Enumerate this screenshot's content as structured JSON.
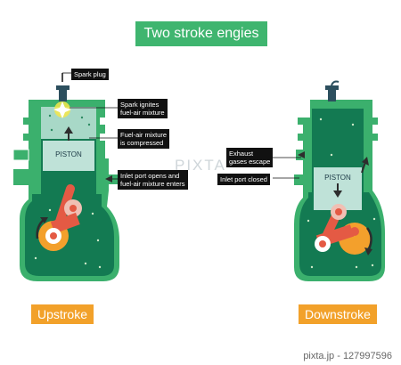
{
  "title": "Two stroke engies",
  "stages": {
    "left": "Upstroke",
    "right": "Downstroke"
  },
  "labels": {
    "spark_plug": "Spark plug",
    "spark_ignites": [
      "Spark ignites",
      "fuel-air mixture"
    ],
    "compressed": [
      "Fuel-air mixture",
      "is compressed"
    ],
    "inlet_opens": [
      "Inlet port opens and",
      "fuel-air mixture enters"
    ],
    "exhaust": [
      "Exhaust",
      "gases escape"
    ],
    "inlet_closed": "Inlet port closed"
  },
  "piston_label": "PISTON",
  "credit": "pixta.jp - 127997596",
  "watermark": "PIXTA",
  "colors": {
    "body_outer": "#3bb06d",
    "body_inner": "#137a52",
    "chamber": "#a8d8c7",
    "piston": "#bfe2d8",
    "rod": "#e45a44",
    "flywheel": "#f3a02c",
    "label_bg": "#111111",
    "accent": "#3fb56f",
    "orange": "#f2a12a"
  }
}
